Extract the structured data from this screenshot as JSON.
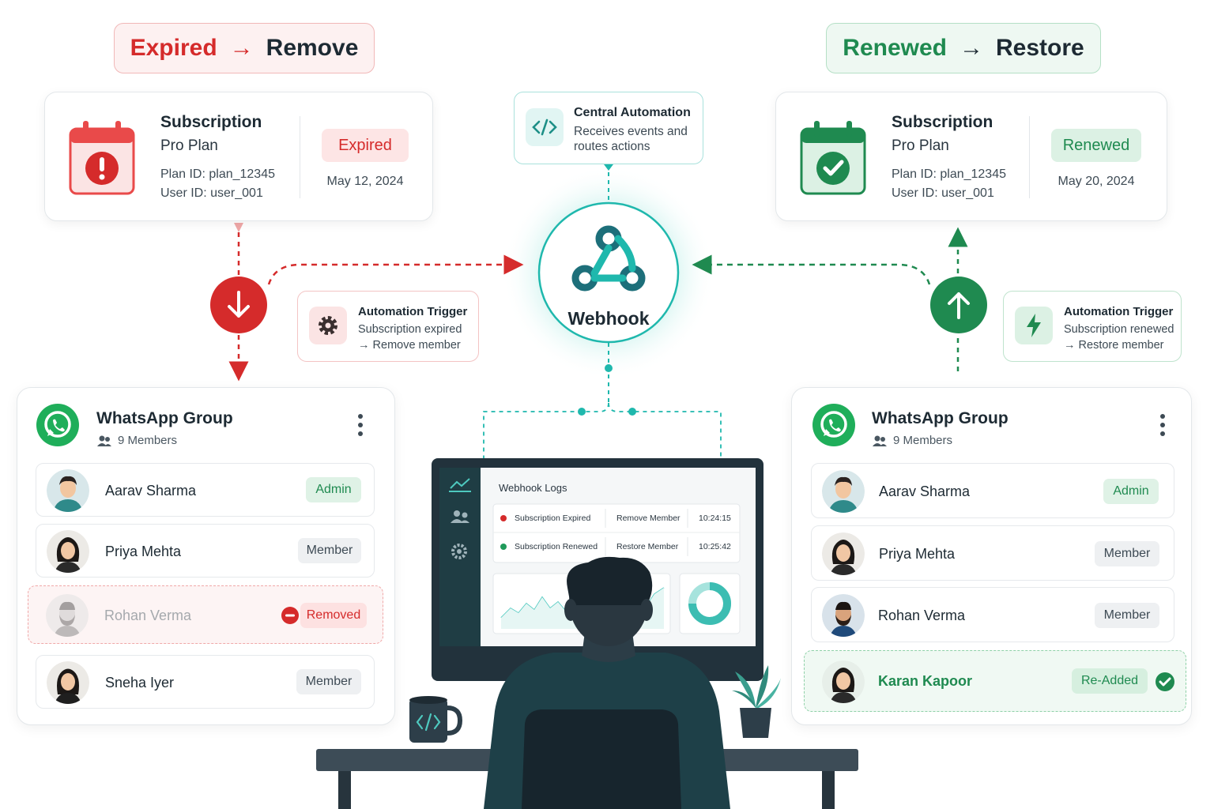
{
  "headers": {
    "left": {
      "word1": "Expired",
      "arrow": "→",
      "word2": "Remove"
    },
    "right": {
      "word1": "Renewed",
      "arrow": "→",
      "word2": "Restore"
    }
  },
  "subscription_left": {
    "title": "Subscription",
    "plan": "Pro Plan",
    "plan_id": "Plan ID: plan_12345",
    "user_id": "User ID: user_001",
    "status": "Expired",
    "date": "May 12, 2024",
    "icon": "calendar-alert-icon"
  },
  "subscription_right": {
    "title": "Subscription",
    "plan": "Pro Plan",
    "plan_id": "Plan ID: plan_12345",
    "user_id": "User ID: user_001",
    "status": "Renewed",
    "date": "May 20, 2024",
    "icon": "calendar-check-icon"
  },
  "central": {
    "title": "Central Automation",
    "line1": "Receives events and",
    "line2": "routes actions",
    "icon": "code-icon"
  },
  "webhook": {
    "label": "Webhook",
    "icon": "webhook-icon"
  },
  "trigger_left": {
    "title": "Automation Trigger",
    "line1": "Subscription expired",
    "line2": "→ Remove member",
    "icon": "gear-icon"
  },
  "trigger_right": {
    "title": "Automation Trigger",
    "line1": "Subscription renewed",
    "line2": "→ Restore member",
    "icon": "lightning-icon"
  },
  "group_left": {
    "title": "WhatsApp Group",
    "members_count": "9 Members",
    "rows": [
      {
        "name": "Aarav Sharma",
        "tag": "Admin"
      },
      {
        "name": "Priya Mehta",
        "tag": "Member"
      },
      {
        "name": "Rohan Verma",
        "tag": "Removed"
      },
      {
        "name": "Sneha Iyer",
        "tag": "Member"
      }
    ]
  },
  "group_right": {
    "title": "WhatsApp Group",
    "members_count": "9 Members",
    "rows": [
      {
        "name": "Aarav Sharma",
        "tag": "Admin"
      },
      {
        "name": "Priya Mehta",
        "tag": "Member"
      },
      {
        "name": "Rohan Verma",
        "tag": "Member"
      },
      {
        "name": "Karan Kapoor",
        "tag": "Re-Added"
      }
    ]
  },
  "monitor": {
    "title": "Webhook Logs",
    "logs": [
      {
        "event": "Subscription Expired",
        "action": "Remove Member",
        "time": "10:24:15",
        "color": "#d52b2b"
      },
      {
        "event": "Subscription Renewed",
        "action": "Restore Member",
        "time": "10:25:42",
        "color": "#1f9a5a"
      }
    ],
    "mug_icon": "code-icon"
  },
  "colors": {
    "red": "#d52b2b",
    "green": "#1f8a50",
    "teal": "#1fb8ad",
    "dark": "#253540"
  }
}
